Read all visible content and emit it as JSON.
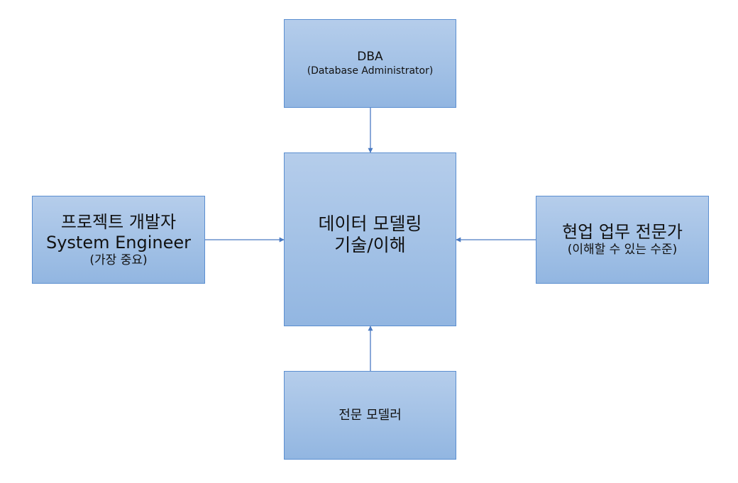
{
  "diagram": {
    "nodes": {
      "dba": {
        "title": "DBA",
        "subtitle": "(Database Administrator)"
      },
      "center": {
        "line1": "데이터 모델링",
        "line2": "기술/이해"
      },
      "left": {
        "line1": "프로젝트 개발자",
        "line2": "System Engineer",
        "line3": "(가장 중요)"
      },
      "right": {
        "line1": "현업 업무 전문가",
        "line2": "(이해할 수 있는 수준)"
      },
      "bottom": {
        "label": "전문 모델러"
      }
    },
    "edges": [
      {
        "from": "dba",
        "to": "center"
      },
      {
        "from": "left",
        "to": "center"
      },
      {
        "from": "right",
        "to": "center"
      },
      {
        "from": "bottom",
        "to": "center"
      }
    ],
    "colors": {
      "box_fill": "#a4c2e6",
      "box_border": "#5b8ed0",
      "arrow": "#4a7ac2"
    }
  }
}
